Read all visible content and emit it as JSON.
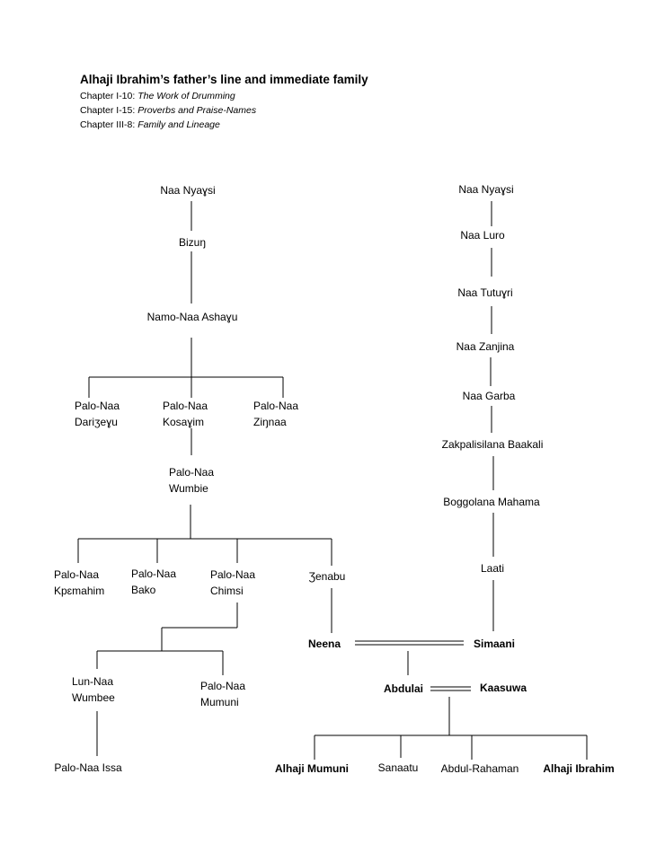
{
  "title": "Alhaji Ibrahim’s father’s line and immediate family",
  "references": [
    {
      "chapter": "Chapter I-10:",
      "name": "The Work of Drumming"
    },
    {
      "chapter": "Chapter I-15:",
      "name": "Proverbs and Praise-Names"
    },
    {
      "chapter": "Chapter III-8:",
      "name": "Family and Lineage"
    }
  ],
  "left_line": {
    "naa_nyaysi": "Naa Nyaɣsi",
    "bizun": "Bizuŋ",
    "namo_naa_ashayu": "Namo-Naa Ashaɣu",
    "darizeyu": {
      "line1": "Palo-Naa",
      "line2": "Dariʒeɣu"
    },
    "kosayim": {
      "line1": "Palo-Naa",
      "line2": "Kosaɣim"
    },
    "zinnaa": {
      "line1": "Palo-Naa",
      "line2": "Ziŋnaa"
    },
    "wumbie": {
      "line1": "Palo-Naa",
      "line2": "Wumbie"
    },
    "kpemahim": {
      "line1": "Palo-Naa",
      "line2": "Kpɛmahim"
    },
    "bako": {
      "line1": "Palo-Naa",
      "line2": "Bako"
    },
    "chimsi": {
      "line1": "Palo-Naa",
      "line2": "Chimsi"
    },
    "zenabu": "Ʒenabu",
    "lun_naa_wumbee": {
      "line1": "Lun-Naa",
      "line2": "Wumbee"
    },
    "mumuni": {
      "line1": "Palo-Naa",
      "line2": "Mumuni"
    },
    "issa": "Palo-Naa Issa"
  },
  "right_line": {
    "naa_nyaysi": "Naa Nyaɣsi",
    "naa_luro": "Naa Luro",
    "naa_tutuyri": "Naa Tutuɣri",
    "naa_zanjina": "Naa Zanjina",
    "naa_garba": "Naa Garba",
    "baakali": "Zakpalisilana Baakali",
    "mahama": "Boggolana Mahama",
    "laati": "Laati",
    "simaani": "Simaani"
  },
  "family": {
    "neena": "Neena",
    "abdulai": "Abdulai",
    "kaasuwa": "Kaasuwa",
    "alhaji_mumuni": "Alhaji Mumuni",
    "sanaatu": "Sanaatu",
    "abdul_rahaman": "Abdul-Rahaman",
    "alhaji_ibrahim": "Alhaji Ibrahim"
  }
}
